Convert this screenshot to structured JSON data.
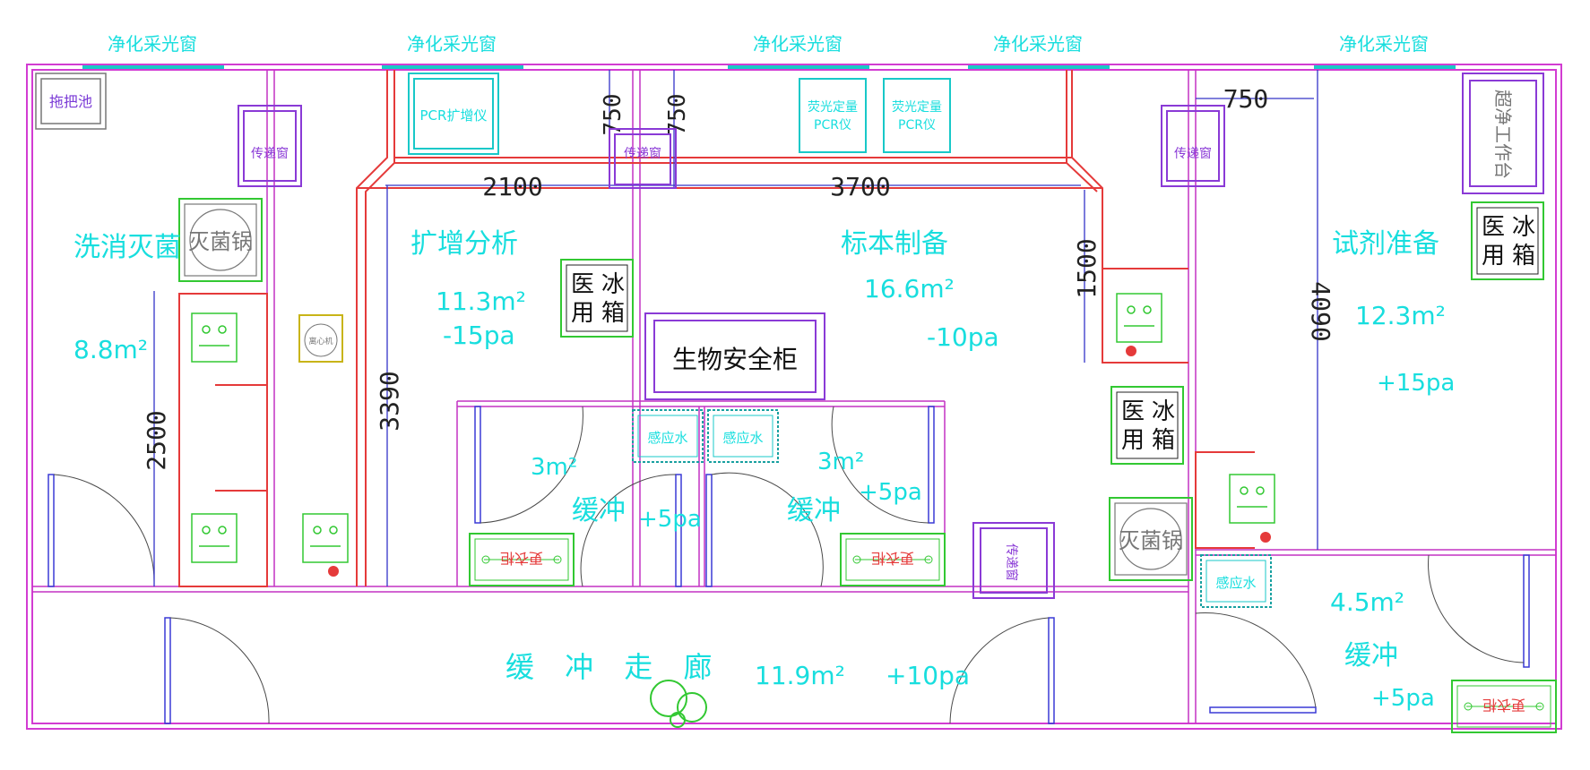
{
  "windows": [
    "净化采光窗",
    "净化采光窗",
    "净化采光窗",
    "净化采光窗",
    "净化采光窗"
  ],
  "rooms": {
    "wash": {
      "name": "洗消灭菌",
      "area": "8.8m²"
    },
    "amp": {
      "name": "扩增分析",
      "area": "11.3m²",
      "pressure": "-15pa"
    },
    "sample": {
      "name": "标本制备",
      "area": "16.6m²",
      "pressure": "-10pa"
    },
    "reagent": {
      "name": "试剂准备",
      "area": "12.3m²",
      "pressure": "+15pa"
    },
    "buffer1": {
      "area": "3m²",
      "name": "缓冲",
      "pressure": "+5pa"
    },
    "buffer2": {
      "area": "3m²",
      "name": "缓冲",
      "pressure": "+5pa"
    },
    "buffer3": {
      "area": "4.5m²",
      "name": "缓冲",
      "pressure": "+5pa"
    },
    "corridor": {
      "name": "缓 冲 走 廊",
      "area": "11.9m²",
      "pressure": "+10pa"
    }
  },
  "equipment": {
    "mop_pool": "拖把池",
    "pass_window": "传递窗",
    "pcr_amp": "PCR扩增仪",
    "qpcr_line1": "荧光定量",
    "qpcr_line2": "PCR仪",
    "autoclave": "灭菌锅",
    "centrifuge": "离心机",
    "med_fridge": [
      "冰",
      "箱",
      "医",
      "用"
    ],
    "bsc": "生物安全柜",
    "clean_bench": "超净工作台",
    "sensor_sink": "感应水",
    "changing": "更衣柜"
  },
  "dimensions": {
    "d750a": "750",
    "d750b": "750",
    "d750c": "750",
    "d2100": "2100",
    "d3700": "3700",
    "d1500": "1500",
    "d3390": "3390",
    "d2500": "2500",
    "d4090": "4090"
  }
}
